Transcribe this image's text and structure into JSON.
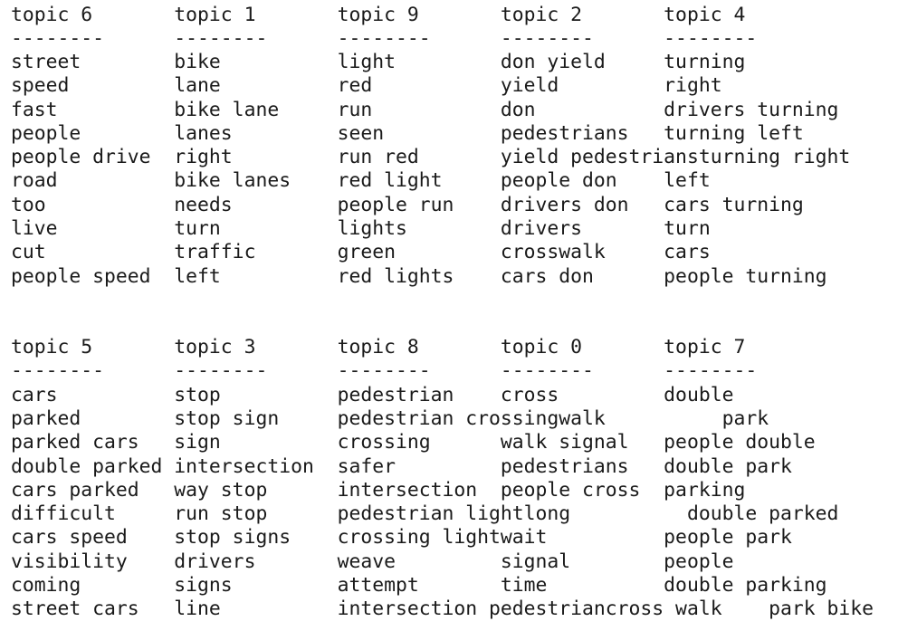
{
  "lines": [
    "topic 6       topic 1       topic 9       topic 2       topic 4",
    "--------      --------      --------      --------      --------",
    "street        bike          light         don yield     turning",
    "speed         lane          red           yield         right",
    "fast          bike lane     run           don           drivers turning",
    "people        lanes         seen          pedestrians   turning left",
    "people drive  right         run red       yield pedestriansturning right",
    "road          bike lanes    red light     people don    left",
    "too           needs         people run    drivers don   cars turning",
    "live          turn          lights        drivers       turn",
    "cut           traffic       green         crosswalk     cars",
    "people speed  left          red lights    cars don      people turning",
    "topic 5       topic 3       topic 8       topic 0       topic 7",
    "--------      --------      --------      --------      --------",
    "cars          stop          pedestrian    cross         double",
    "parked        stop sign     pedestrian crossingwalk          park",
    "parked cars   sign          crossing      walk signal   people double",
    "double parked intersection  safer         pedestrians   double park",
    "cars parked   way stop      intersection  people cross  parking",
    "difficult     run stop      pedestrian lightlong          double parked",
    "cars speed    stop signs    crossing lightwait          people park",
    "visibility    drivers       weave         signal        people",
    "coming        signs         attempt       time          double parking",
    "street cars   line          intersection pedestriancross walk    park bike"
  ]
}
